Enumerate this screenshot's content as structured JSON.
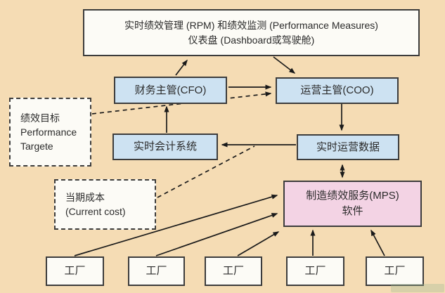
{
  "diagram": {
    "colors": {
      "background": "#f5dcb4",
      "node_blue": "#cde2f2",
      "node_pink": "#f3d3e4",
      "node_white": "#fcfbf6",
      "border": "#3c3c3c",
      "arrow": "#1a1a1a"
    },
    "nodes": {
      "dashboard": {
        "line1": "实时绩效管理 (RPM) 和绩效监测 (Performance  Measures)",
        "line2": "仪表盘 (Dashboard或驾驶舱)"
      },
      "cfo": {
        "label": "财务主管(CFO)"
      },
      "coo": {
        "label": "运营主管(COO)"
      },
      "performance_targets": {
        "line1": "绩效目标",
        "line2": "Performance",
        "line3": "Targete"
      },
      "realtime_accounting": {
        "label": "实时会计系统"
      },
      "realtime_ops_data": {
        "label": "实时运营数据"
      },
      "current_cost": {
        "line1": "当期成本",
        "line2": "(Current cost)"
      },
      "mps_software": {
        "line1": "制造绩效服务(MPS)",
        "line2": "软件"
      },
      "factories": [
        "工厂",
        "工厂",
        "工厂",
        "工厂",
        "工厂"
      ]
    }
  }
}
